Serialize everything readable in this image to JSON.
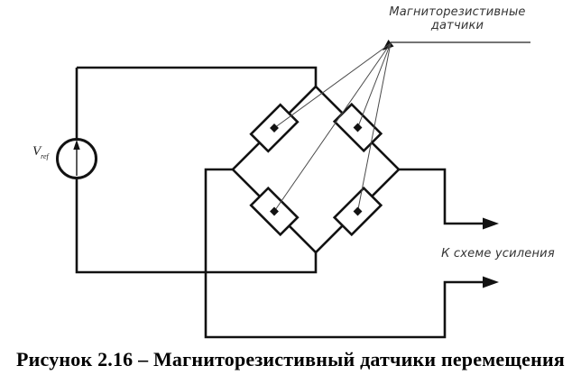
{
  "figure": {
    "caption": "Рисунок 2.16 – Магниторезистивный датчики перемещения",
    "sensors_label": {
      "line1": "Магниторезистивные",
      "line2": "датчики"
    },
    "output_label": "К схеме усиления",
    "source_label": {
      "symbol": "V",
      "subscript": "ref"
    },
    "bridge": {
      "sensor_count": 4
    },
    "colors": {
      "background": "#ffffff",
      "wire": "#121212",
      "leader": "#4a4a4a",
      "annotation": "#333333",
      "caption": "#000000"
    }
  }
}
